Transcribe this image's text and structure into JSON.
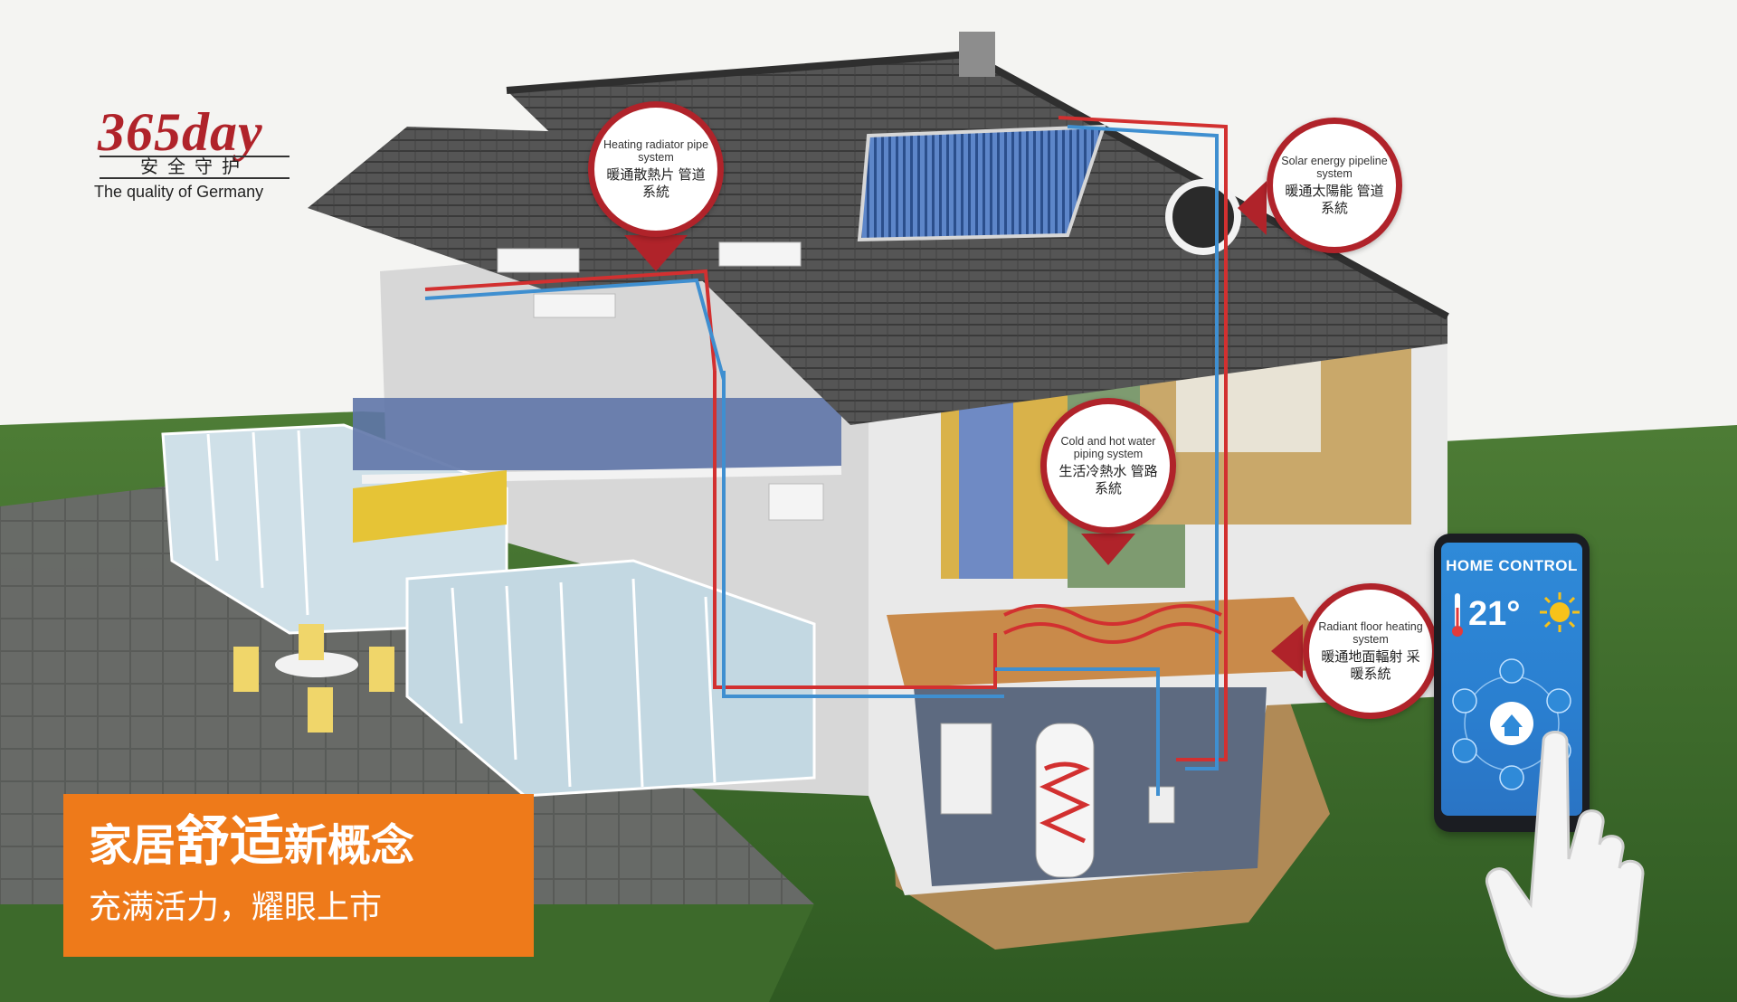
{
  "logo": {
    "number": "365day",
    "subtitle": "安全守护",
    "tagline": "The quality of Germany"
  },
  "callouts": [
    {
      "id": "heating-radiator",
      "en": "Heating radiator pipe system",
      "zh": "暖通散熱片 管道系統"
    },
    {
      "id": "solar-energy",
      "en": "Solar energy pipeline system",
      "zh": "暖通太陽能 管道系統"
    },
    {
      "id": "cold-hot-water",
      "en": "Cold and hot water piping system",
      "zh": "生活冷熱水 管路系統"
    },
    {
      "id": "radiant-floor",
      "en": "Radiant floor heating system",
      "zh": "暖通地面輻射 采暖系統"
    }
  ],
  "banner": {
    "title_prefix": "家居",
    "title_highlight": "舒适",
    "title_suffix": "新概念",
    "subtitle": "充满活力，耀眼上市"
  },
  "phone": {
    "title": "HOME CONTROL",
    "temperature": "21°"
  },
  "colors": {
    "brand_red": "#b0232a",
    "banner_orange": "#ee7a1a",
    "grass": "#3f6d2e",
    "phone_screen": "#2f8ad8"
  },
  "icons": [
    "thermometer-icon",
    "sun-icon",
    "home-icon",
    "hand-pointer-icon"
  ]
}
